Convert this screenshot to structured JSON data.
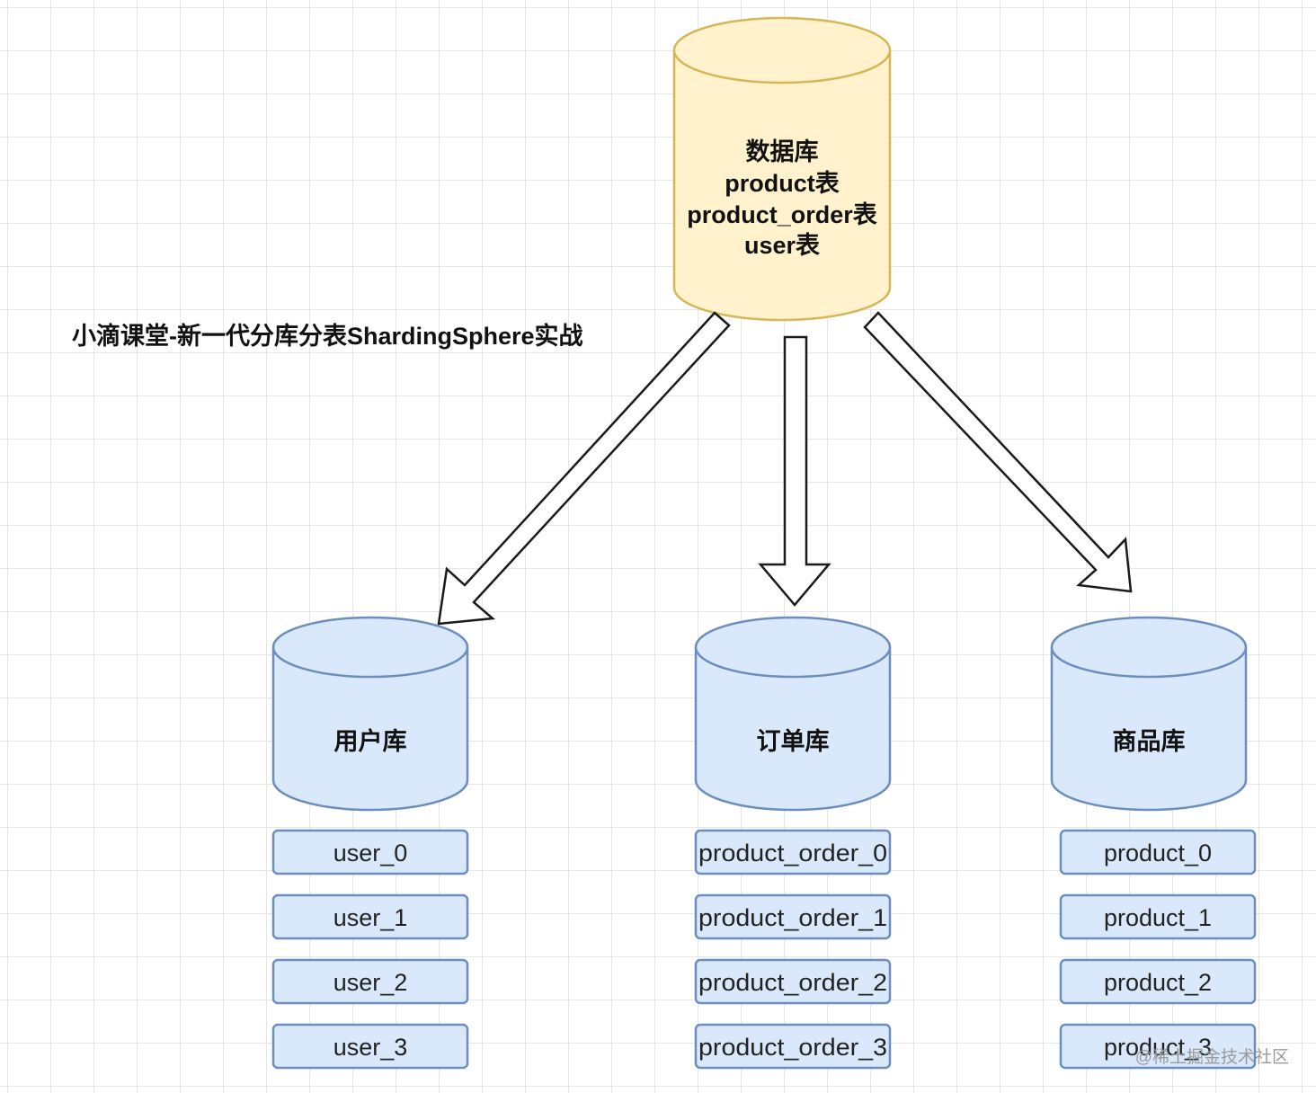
{
  "title": "小滴课堂-新一代分库分表ShardingSphere实战",
  "source_db": {
    "lines": [
      "数据库",
      "product表",
      "product_order表",
      "user表"
    ],
    "fill": "#fff2cc",
    "stroke": "#d6b656"
  },
  "databases": [
    {
      "name": "用户库",
      "tables": [
        "user_0",
        "user_1",
        "user_2",
        "user_3"
      ]
    },
    {
      "name": "订单库",
      "tables": [
        "product_order_0",
        "product_order_1",
        "product_order_2",
        "product_order_3"
      ]
    },
    {
      "name": "商品库",
      "tables": [
        "product_0",
        "product_1",
        "product_2",
        "product_3"
      ]
    }
  ],
  "colors": {
    "shard_fill": "#dae8fc",
    "shard_stroke": "#6c8ebf",
    "arrow_stroke": "#1a1a1a",
    "grid": "#e6e6e6"
  },
  "watermark": "@稀土掘金技术社区"
}
